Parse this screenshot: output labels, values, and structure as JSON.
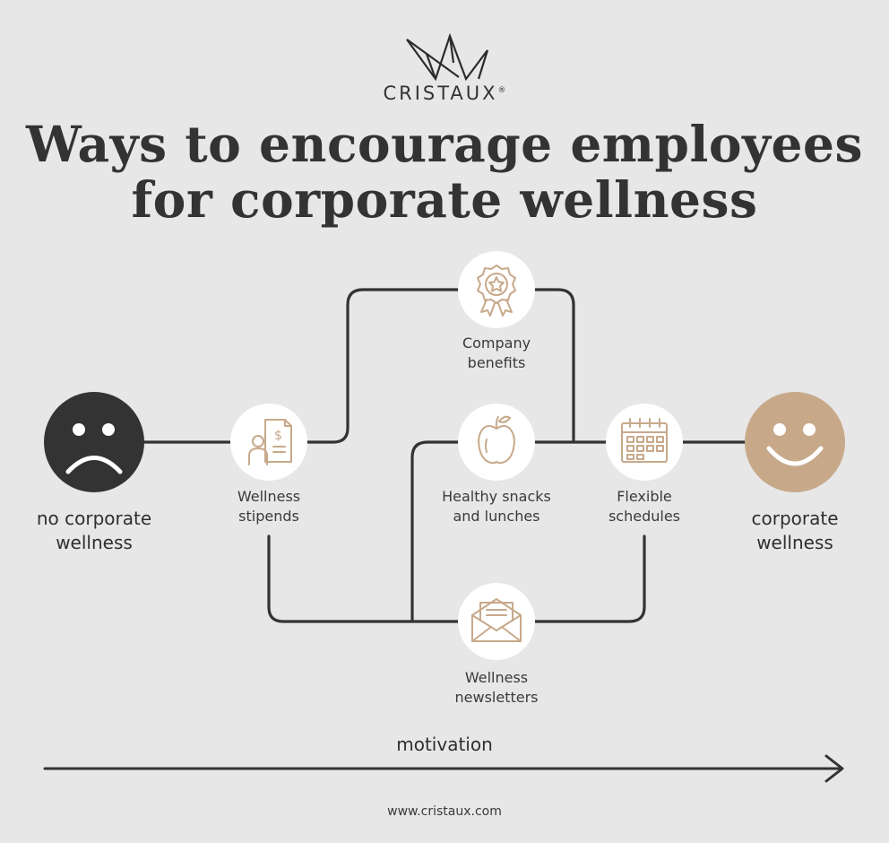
{
  "brand": {
    "name": "CRISTAUX",
    "mark": "®"
  },
  "title": {
    "line1": "Ways to encourage employees",
    "line2": "for corporate wellness"
  },
  "start": {
    "label_line1": "no corporate",
    "label_line2": "wellness",
    "icon": "sad-face-icon",
    "color": "#333333"
  },
  "end": {
    "label_line1": "corporate",
    "label_line2": "wellness",
    "icon": "happy-face-icon",
    "color": "#c7a98a"
  },
  "nodes": [
    {
      "key": "stipends",
      "icon": "document-dollar-person-icon",
      "line1": "Wellness",
      "line2": "stipends"
    },
    {
      "key": "benefits",
      "icon": "award-badge-icon",
      "line1": "Company",
      "line2": "benefits"
    },
    {
      "key": "snacks",
      "icon": "apple-icon",
      "line1": "Healthy snacks",
      "line2": "and lunches"
    },
    {
      "key": "schedules",
      "icon": "calendar-icon",
      "line1": "Flexible",
      "line2": "schedules"
    },
    {
      "key": "newsletters",
      "icon": "envelope-icon",
      "line1": "Wellness",
      "line2": "newsletters"
    }
  ],
  "axis": {
    "label": "motivation"
  },
  "footer": {
    "url": "www.cristaux.com"
  },
  "colors": {
    "background": "#e7e7e7",
    "line": "#333333",
    "icon_accent": "#c7a98a",
    "node_fill": "#ffffff"
  }
}
